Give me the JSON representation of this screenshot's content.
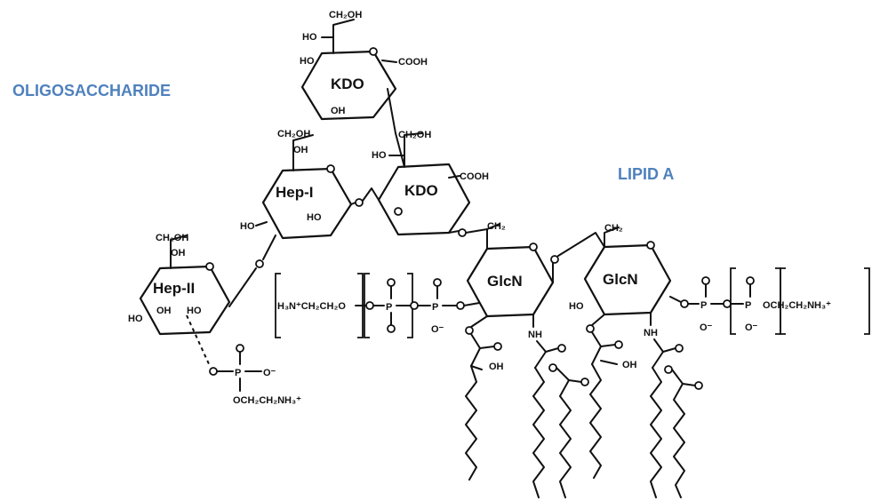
{
  "regions": {
    "oligosaccharide": "OLIGOSACCHARIDE",
    "lipid_a": "LIPID A"
  },
  "rings": {
    "kdo_top": "KDO",
    "kdo_mid": "KDO",
    "hep1": "Hep-I",
    "hep2": "Hep-II",
    "glcn_left": "GlcN",
    "glcn_right": "GlcN"
  },
  "groups": {
    "ch2oh_kdo": "CH₂OH",
    "ho_kdo_1": "HO",
    "ho_kdo_2": "HO",
    "cooh_kdo_top": "COOH",
    "oh_kdo_top": "OH",
    "ch2oh_kdo2": "CH₂OH",
    "ho_kdo2": "HO",
    "cooh_kdo2": "COOH",
    "ch2oh_hep1": "CH₂OH",
    "oh_hep1": "OH",
    "ho_hep1_left": "HO",
    "ho_hep1_right": "HO",
    "ch2oh_hep2": "CH₂OH",
    "oh_hep2_top": "OH",
    "ho_hep2_left": "HO",
    "oh_hep2_mid": "OH",
    "ho_hep2_mid": "HO",
    "ethanolamine_left": "H₃N⁺CH₂CH₂O",
    "ethanolamine_bottom": "OCH₂CH₂NH₃⁺",
    "ethanolamine_right": "OCH₂CH₂NH₃⁺",
    "ch2_left": "CH₂",
    "ch2_right": "CH₂",
    "ho_glcn_right": "HO",
    "nh_left": "NH",
    "nh_right": "NH",
    "oh_chain_1": "OH",
    "oh_chain_2": "OH",
    "p_label": "P",
    "o_label": "O",
    "o_minus": "O⁻"
  }
}
